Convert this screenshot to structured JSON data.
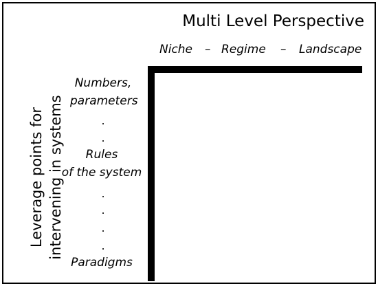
{
  "title": "Multi Level Perspective",
  "levels": {
    "niche": "Niche",
    "sep1": "–",
    "regime": "Regime",
    "sep2": "–",
    "landscape": "Landscape"
  },
  "vertical_label": {
    "line1": "Leverage points for",
    "line2": "intervening in systems"
  },
  "leverage_points": {
    "numbers_line1": "Numbers,",
    "numbers_line2": "parameters",
    "rules_line1": "Rules",
    "rules_line2": "of the system",
    "paradigms": "Paradigms"
  },
  "dots": [
    ".",
    ".",
    ".",
    ".",
    ".",
    "."
  ]
}
